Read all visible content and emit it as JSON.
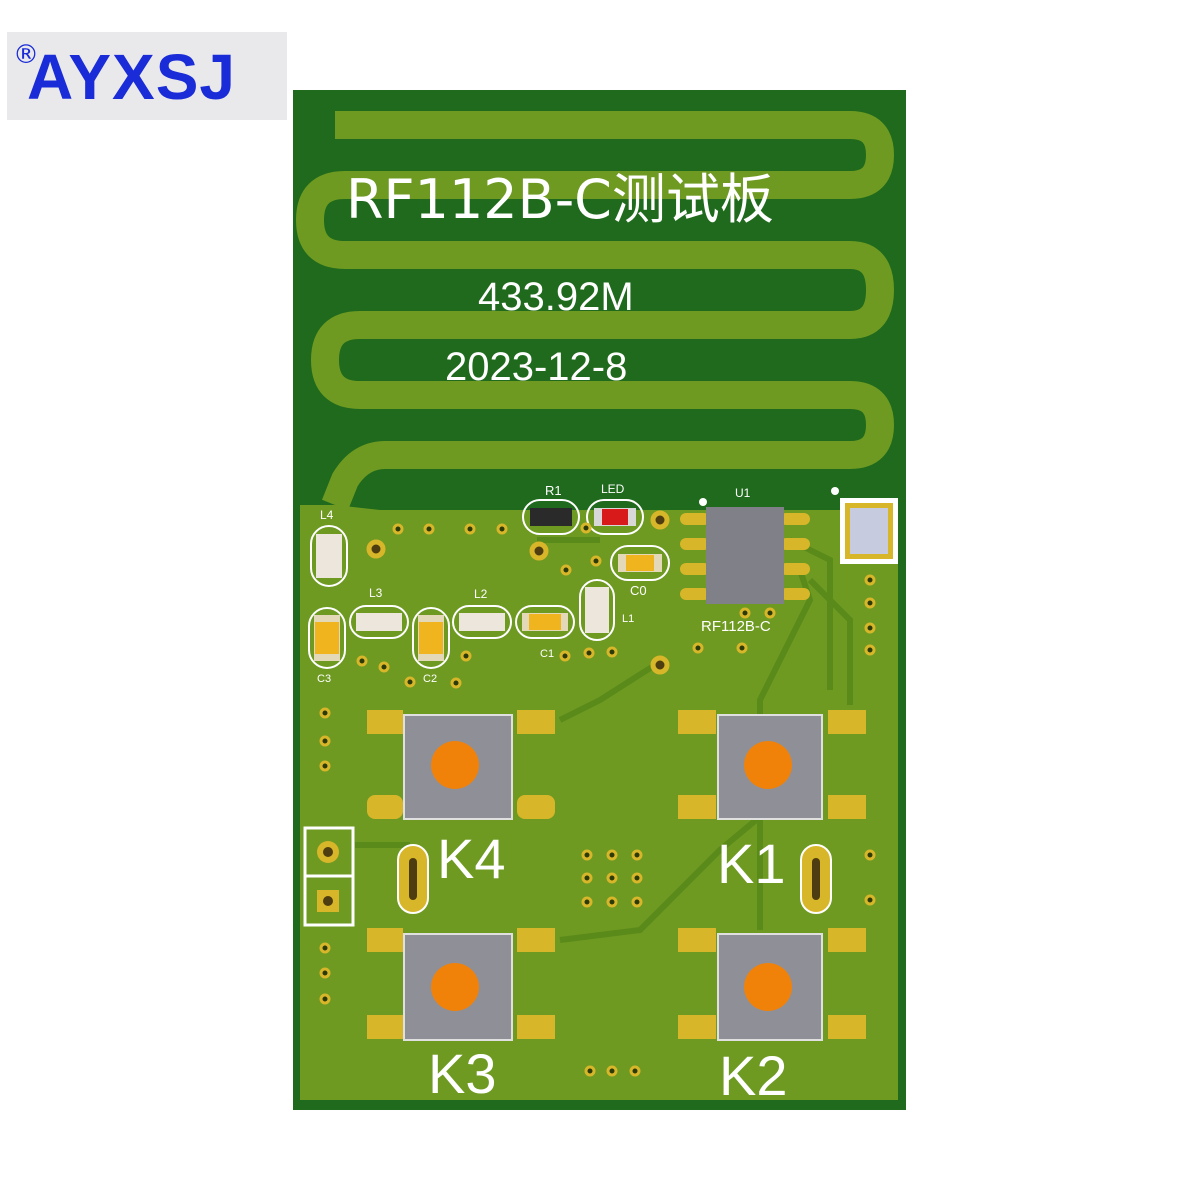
{
  "logo": {
    "registered_mark": "®",
    "brand": "AYXSJ"
  },
  "board": {
    "title": "RF112B-C测试板",
    "frequency": "433.92M",
    "date": "2023-12-8"
  },
  "components": {
    "r1": "R1",
    "led": "LED",
    "u1": "U1",
    "c0": "C0",
    "l4": "L4",
    "l3": "L3",
    "l2": "L2",
    "l1": "L1",
    "c1": "C1",
    "c2": "C2",
    "c3": "C3",
    "chip_label": "RF112B-C"
  },
  "keys": {
    "k1": "K1",
    "k2": "K2",
    "k3": "K3",
    "k4": "K4"
  },
  "colors": {
    "board_dark": "#1f6a1c",
    "board_light": "#6e9a22",
    "pad_gold": "#d7b62a",
    "button_body": "#8f8f98",
    "button_cap": "#f0820a",
    "logo_blue": "#1a2bd8"
  }
}
